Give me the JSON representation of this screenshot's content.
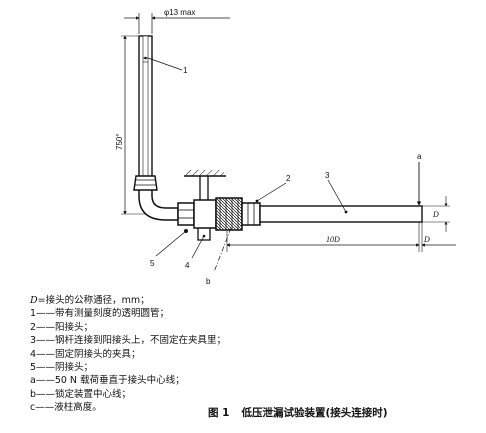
{
  "figure": {
    "callouts": {
      "c1": "1",
      "c2": "2",
      "c3": "3",
      "c4": "4",
      "c5": "5",
      "ca": "a",
      "cb": "b"
    },
    "dims": {
      "diameter": "φ13 max",
      "height": "750°",
      "length": "10D",
      "d_right": "D",
      "d_bottom": "D"
    }
  },
  "legend": {
    "lines": [
      {
        "key": "D",
        "text": "=接头的公称通径，mm；"
      },
      {
        "key": "1",
        "text": "——带有测量刻度的透明圆管；"
      },
      {
        "key": "2",
        "text": "——阳接头；"
      },
      {
        "key": "3",
        "text": "——钢杆连接到阳接头上，不固定在夹具里；"
      },
      {
        "key": "4",
        "text": "——固定阴接头的夹具；"
      },
      {
        "key": "5",
        "text": "——阴接头；"
      },
      {
        "key": "a",
        "text": "——50 N 载荷垂直于接头中心线；"
      },
      {
        "key": "b",
        "text": "——锁定装置中心线；"
      },
      {
        "key": "c",
        "text": "——液柱高度。"
      }
    ]
  },
  "caption": {
    "number": "图 1",
    "title": "低压泄漏试验装置(接头连接时)"
  }
}
